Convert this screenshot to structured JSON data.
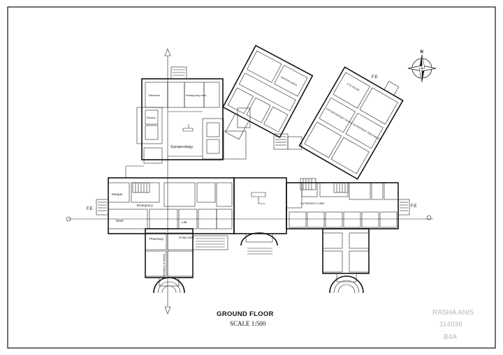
{
  "drawing": {
    "title": "GROUND  FLOOR",
    "scale": "SCALE 1:500"
  },
  "author": {
    "name": "RASHA ANIS",
    "id": "114036",
    "group": "B4A"
  },
  "fire_exits": {
    "west": "F.E",
    "east": "F.E",
    "north": "F.E"
  },
  "north_arrow": {
    "label": "N"
  },
  "rooms": {
    "waiting_area": "WAITING AREA",
    "gynaecology": "Gynaecology",
    "morgue": "Morgue",
    "emergency": "Emergency",
    "store": "Store",
    "lab": "Lab",
    "xray": "X-ray room",
    "pharmacy": "Pharmacy",
    "reception": "Reception & waiting",
    "outpatient_clinic": "OUTPATIENT CLINIC",
    "eye_room": "EYE ROOM",
    "physiotherapy": "PHYSIOTHERAPY ROOM",
    "outpatient_treatment": "OUTPATIENT TREATMENT",
    "nursery": "Nursery",
    "classroom": "Classroom",
    "nursing_duty": "Nursing duty room"
  },
  "colors": {
    "line": "#111111",
    "author_text": "#b9b9b9",
    "background": "#ffffff"
  }
}
